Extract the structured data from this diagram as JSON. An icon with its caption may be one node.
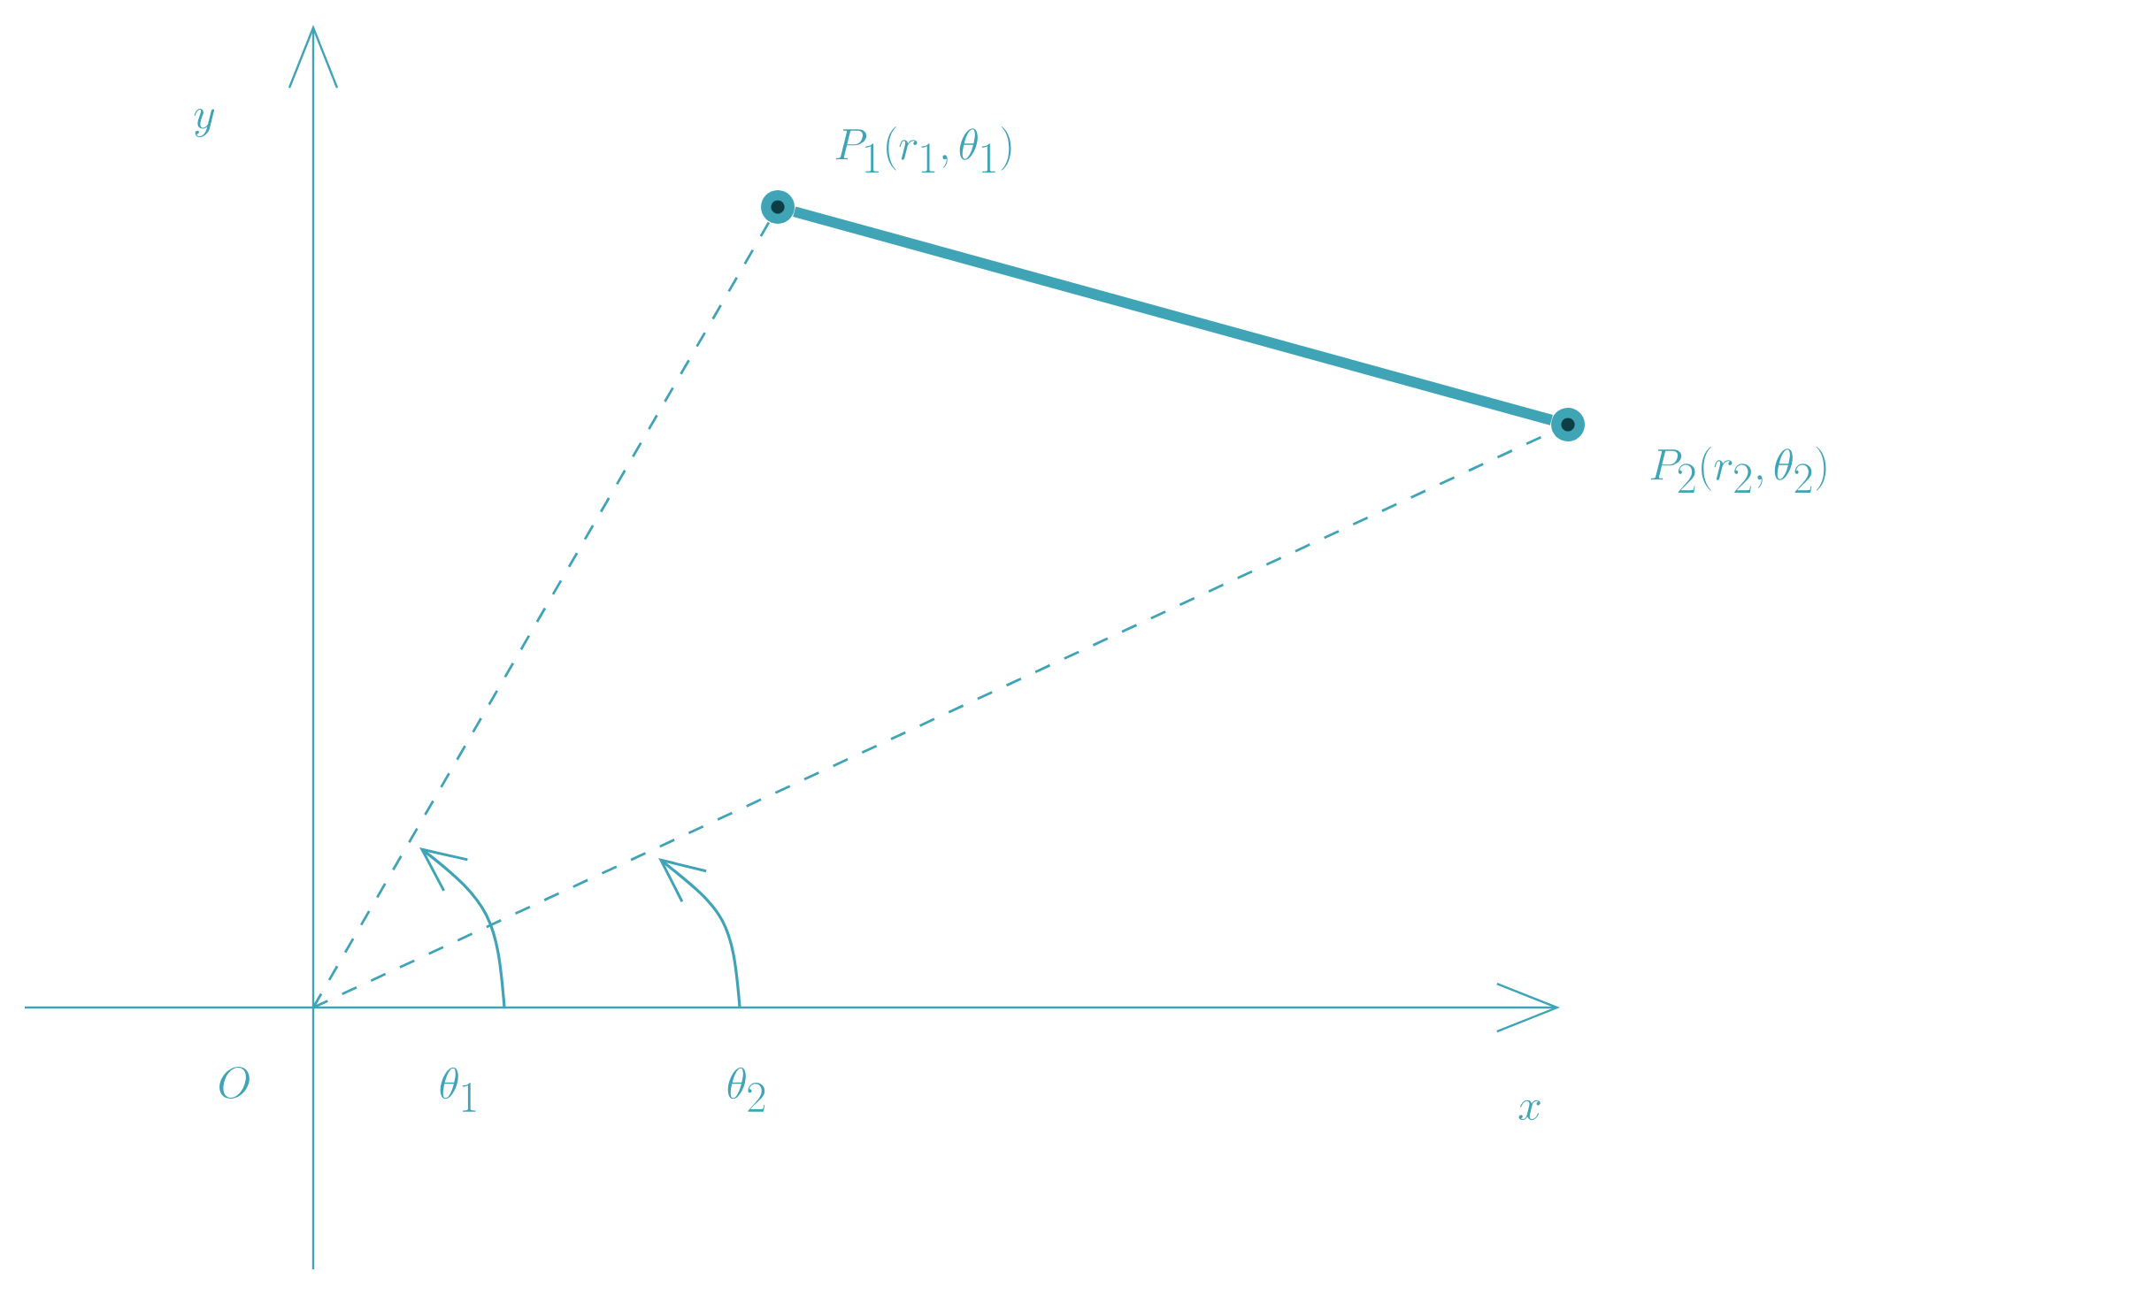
{
  "diagram": {
    "nodes": [
      {
        "text": [],
        "shape": "circle",
        "beside": [
          "P_1(r_1,\\theta_1)"
        ]
      },
      {
        "text": [],
        "shape": "circle",
        "beside": [
          "P_2(r_2,\\theta_2)"
        ]
      }
    ],
    "edges": [
      {
        "from": null,
        "to": 0,
        "arrow": "none",
        "style": "dashed"
      },
      {
        "from": null,
        "to": 1,
        "arrow": "none",
        "style": "dashed"
      },
      {
        "from": 0,
        "to": 1,
        "arrow": "none",
        "style": "thick"
      }
    ],
    "labels": [
      "y",
      "O",
      "\\theta_1",
      "\\theta_2",
      "x"
    ]
  }
}
